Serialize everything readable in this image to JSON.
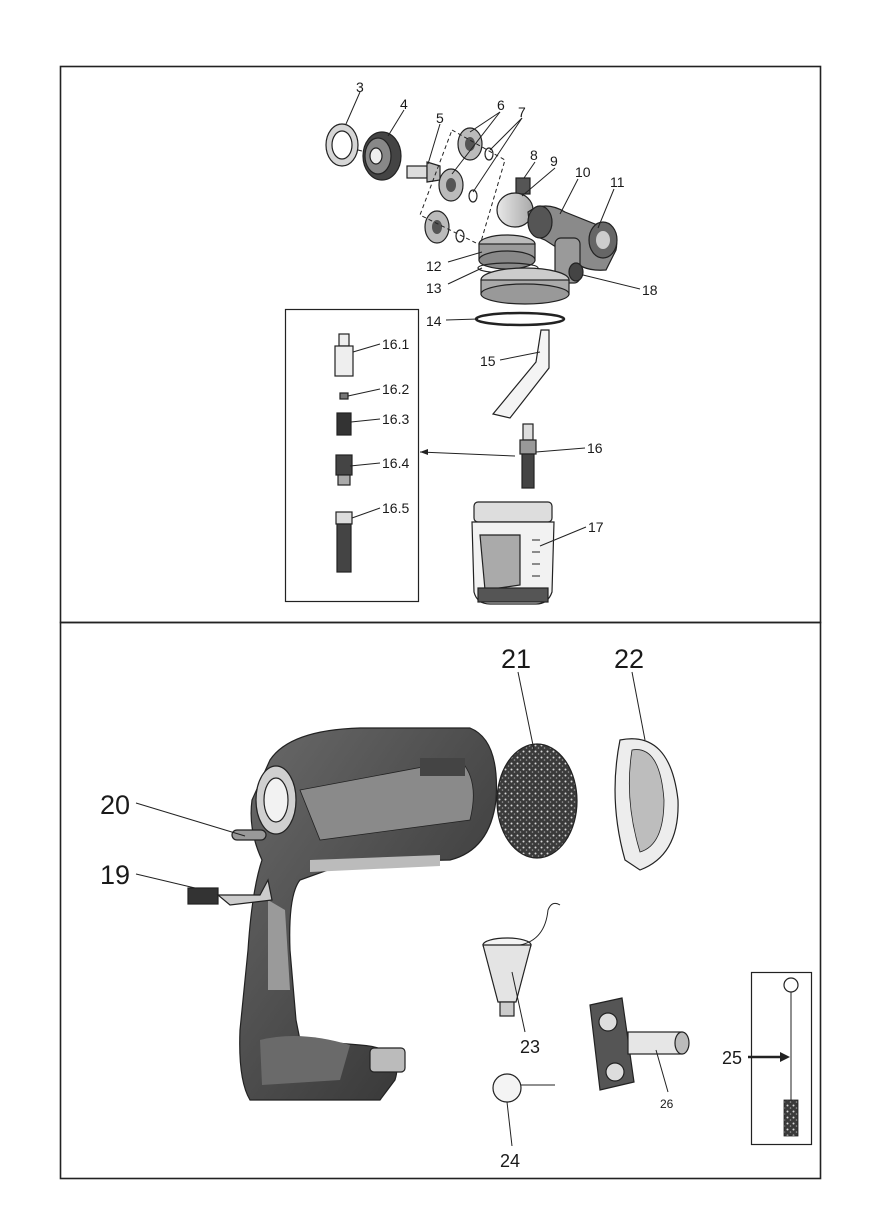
{
  "callouts": {
    "c3": "3",
    "c4": "4",
    "c5": "5",
    "c6": "6",
    "c7": "7",
    "c8": "8",
    "c9": "9",
    "c10": "10",
    "c11": "11",
    "c12": "12",
    "c13": "13",
    "c14": "14",
    "c15": "15",
    "c16": "16",
    "c16_1": "16.1",
    "c16_2": "16.2",
    "c16_3": "16.3",
    "c16_4": "16.4",
    "c16_5": "16.5",
    "c17": "17",
    "c18": "18",
    "c19": "19",
    "c20": "20",
    "c21": "21",
    "c22": "22",
    "c23": "23",
    "c24": "24",
    "c25": "25",
    "c26": "26"
  },
  "colors": {
    "line": "#222222",
    "body_dark": "#3c3c3c",
    "body_mid": "#7a7a7a",
    "body_light": "#bdbdbd",
    "background": "#ffffff"
  }
}
